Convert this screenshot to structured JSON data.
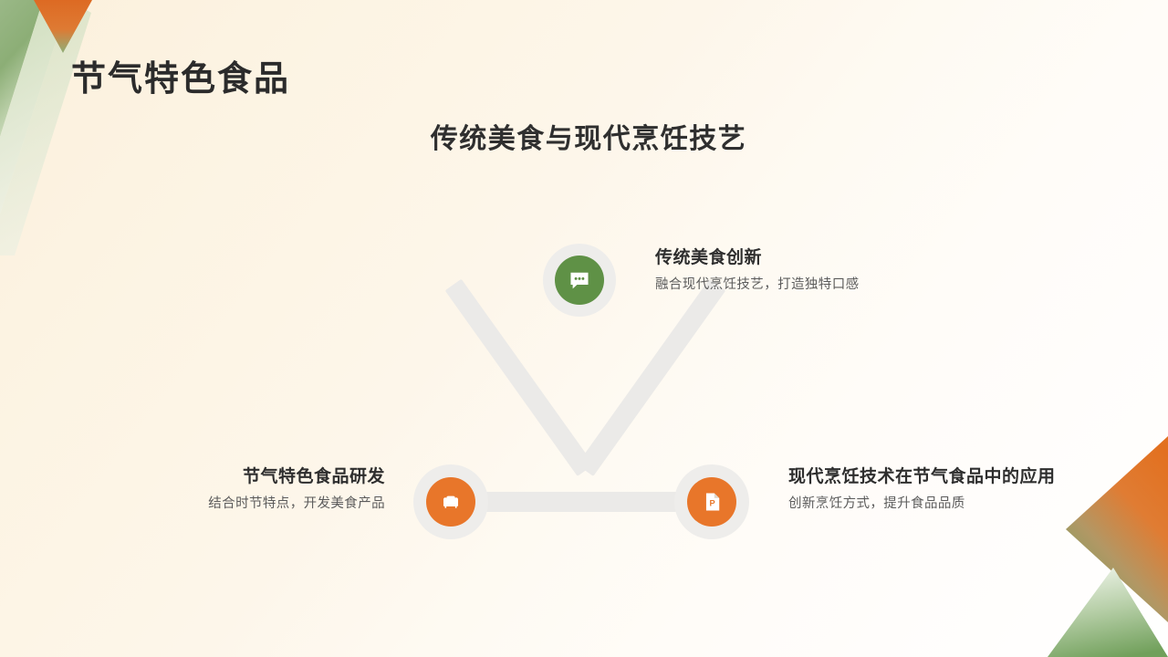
{
  "slide": {
    "page_title": "节气特色食品",
    "section_heading": "传统美食与现代烹饪技艺",
    "background_start_color": "#fbf0dc",
    "background_end_color": "#ffffff",
    "connector_color": "#ebeae8",
    "halo_color": "#eeedeb"
  },
  "decorations": {
    "top_left": {
      "orange_color": "#e0702c",
      "green_color": "#8fb07a",
      "light_green_color": "#dfe7cf"
    },
    "bottom_right": {
      "orange_color": "#e2742c",
      "green_color": "#78a261",
      "light_green_color": "#e3ecdb"
    }
  },
  "nodes": [
    {
      "id": "node-top",
      "icon": "chat-bubble-icon",
      "circle_color": "#5f9146",
      "title": "传统美食创新",
      "description": "融合现代烹饪技艺，打造独特口感"
    },
    {
      "id": "node-bottom-left",
      "icon": "sofa-icon",
      "circle_color": "#e8762a",
      "title": "节气特色食品研发",
      "description": "结合时节特点，开发美食产品"
    },
    {
      "id": "node-bottom-right",
      "icon": "ppt-file-icon",
      "circle_color": "#e8762a",
      "title": "现代烹饪技术在节气食品中的应用",
      "description": "创新烹饪方式，提升食品品质"
    }
  ]
}
